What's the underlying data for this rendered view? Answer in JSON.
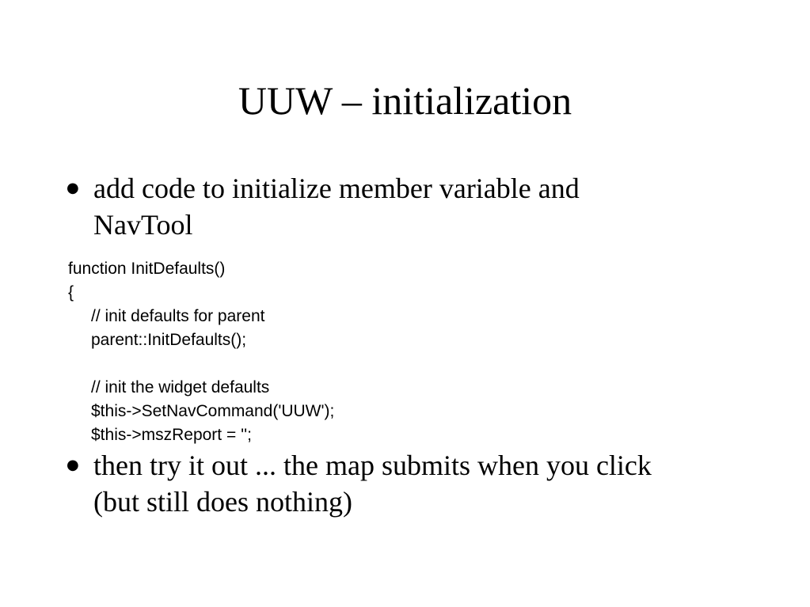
{
  "slide": {
    "title": "UUW – initialization",
    "bullets": [
      {
        "text": "add code to initialize member variable and\nNavTool"
      },
      {
        "text": "then try it out ... the map submits when you click\n(but still does nothing)"
      }
    ],
    "bullet_marker": "●",
    "code_lines": [
      "function InitDefaults()",
      "{",
      "// init defaults for parent",
      "parent::InitDefaults();",
      "",
      "// init the widget defaults",
      "$this->SetNavCommand('UUW');",
      "$this->mszReport = '';"
    ]
  }
}
